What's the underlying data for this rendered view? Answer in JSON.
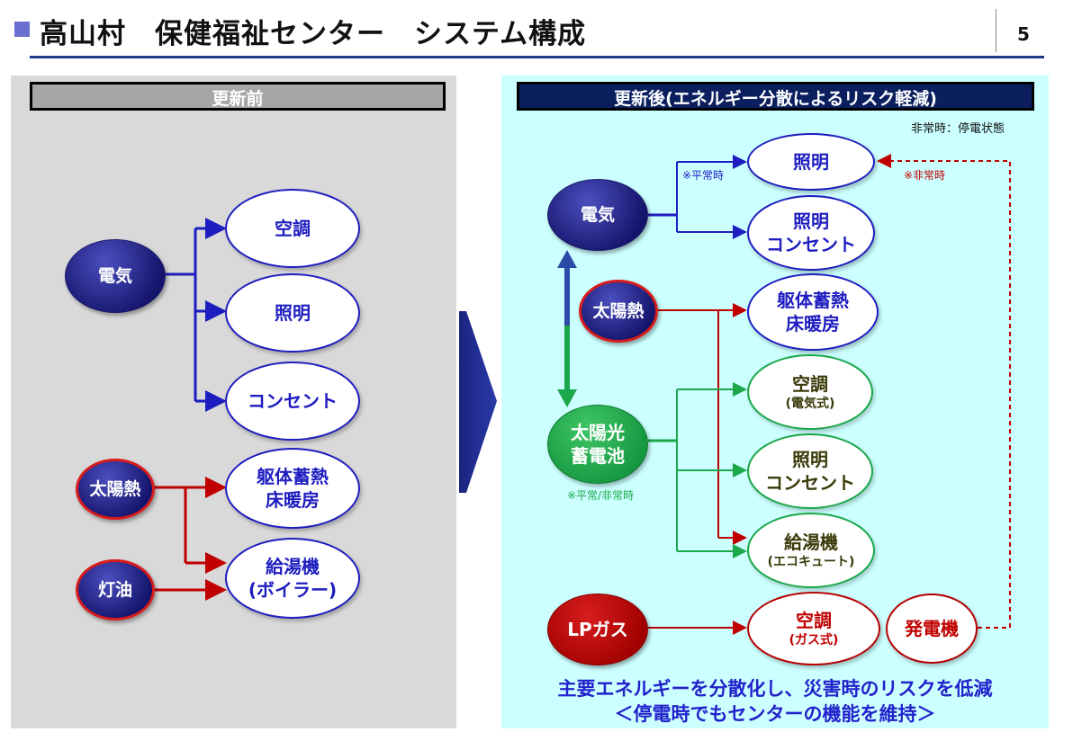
{
  "slide": {
    "title": "高山村　保健福祉センター　システム構成",
    "page_number": "5"
  },
  "before": {
    "header": "更新前",
    "sources": {
      "electricity": "電気",
      "solar_heat": "太陽熱",
      "kerosene": "灯油"
    },
    "targets": {
      "aircon": "空調",
      "lighting": "照明",
      "outlet": "コンセント",
      "floor_heating_1": "躯体蓄熱",
      "floor_heating_2": "床暖房",
      "water_heater_1": "給湯機",
      "water_heater_2": "(ボイラー)"
    }
  },
  "after": {
    "header": "更新後(エネルギー分散によるリスク軽減)",
    "emergency_note": "非常時：停電状態",
    "label_normal": "※平常時",
    "label_emergency": "※非常時",
    "label_normal_emergency": "※平常/非常時",
    "sources": {
      "electricity": "電気",
      "solar_heat": "太陽熱",
      "pv_1": "太陽光",
      "pv_2": "蓄電池",
      "lpgas": "LPガス"
    },
    "targets": {
      "lighting": "照明",
      "lighting_outlet_1": "照明",
      "lighting_outlet_2": "コンセント",
      "floor_heating_1": "躯体蓄熱",
      "floor_heating_2": "床暖房",
      "aircon_electric_1": "空調",
      "aircon_electric_2": "(電気式)",
      "lighting_outlet_b_1": "照明",
      "lighting_outlet_b_2": "コンセント",
      "water_heater_1": "給湯機",
      "water_heater_2": "(エコキュート)",
      "aircon_gas_1": "空調",
      "aircon_gas_2": "(ガス式)",
      "generator": "発電機"
    },
    "summary_line1": "主要エネルギーを分散化し、災害時のリスクを低減",
    "summary_line2": "＜停電時でもセンターの機能を維持＞"
  },
  "colors": {
    "blue": "#1d1dc0",
    "red": "#c00000",
    "green": "#1aa84a",
    "navy": "#0b1f5e"
  }
}
